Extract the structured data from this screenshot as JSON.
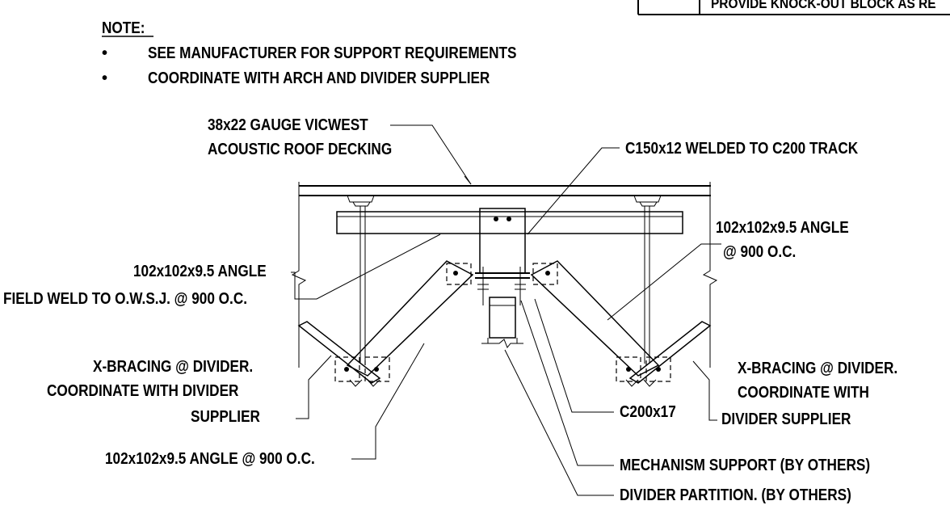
{
  "title_block": {
    "text": "PROVIDE KNOCK-OUT BLOCK AS RE"
  },
  "note": {
    "heading": "NOTE:",
    "bullet_symbol": "•",
    "items": [
      "SEE MANUFACTURER FOR SUPPORT REQUIREMENTS",
      "COORDINATE WITH ARCH AND DIVIDER SUPPLIER"
    ]
  },
  "callouts": {
    "decking_line1": "38x22 GAUGE VICWEST",
    "decking_line2": "ACOUSTIC ROOF DECKING",
    "channel_track": "C150x12 WELDED TO C200 TRACK",
    "angle_left_line1": "102x102x9.5 ANGLE",
    "angle_left_line2": "FIELD WELD TO O.W.S.J. @ 900 O.C.",
    "angle_right_line1": "102x102x9.5 ANGLE",
    "angle_right_line2": "@ 900 O.C.",
    "xbrace_left_line1": "X-BRACING @ DIVIDER.",
    "xbrace_left_line2": "COORDINATE WITH DIVIDER",
    "xbrace_left_line3": "SUPPLIER",
    "xbrace_right_line1": "X-BRACING @ DIVIDER.",
    "xbrace_right_line2": "COORDINATE WITH",
    "xbrace_right_line3": "DIVIDER SUPPLIER",
    "angle_bottom": "102x102x9.5 ANGLE @ 900 O.C.",
    "channel_c200": "C200x17",
    "mechanism": "MECHANISM SUPPORT  (BY OTHERS)",
    "partition": "DIVIDER PARTITION. (BY OTHERS)"
  }
}
